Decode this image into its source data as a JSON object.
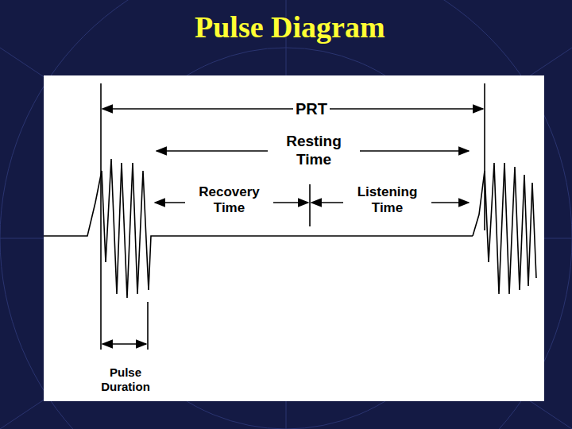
{
  "diagram": {
    "title": "Pulse Diagram",
    "labels": [
      "PRT",
      "Resting Time",
      "Recovery Time",
      "Listening Time",
      "Pulse Duration"
    ]
  }
}
